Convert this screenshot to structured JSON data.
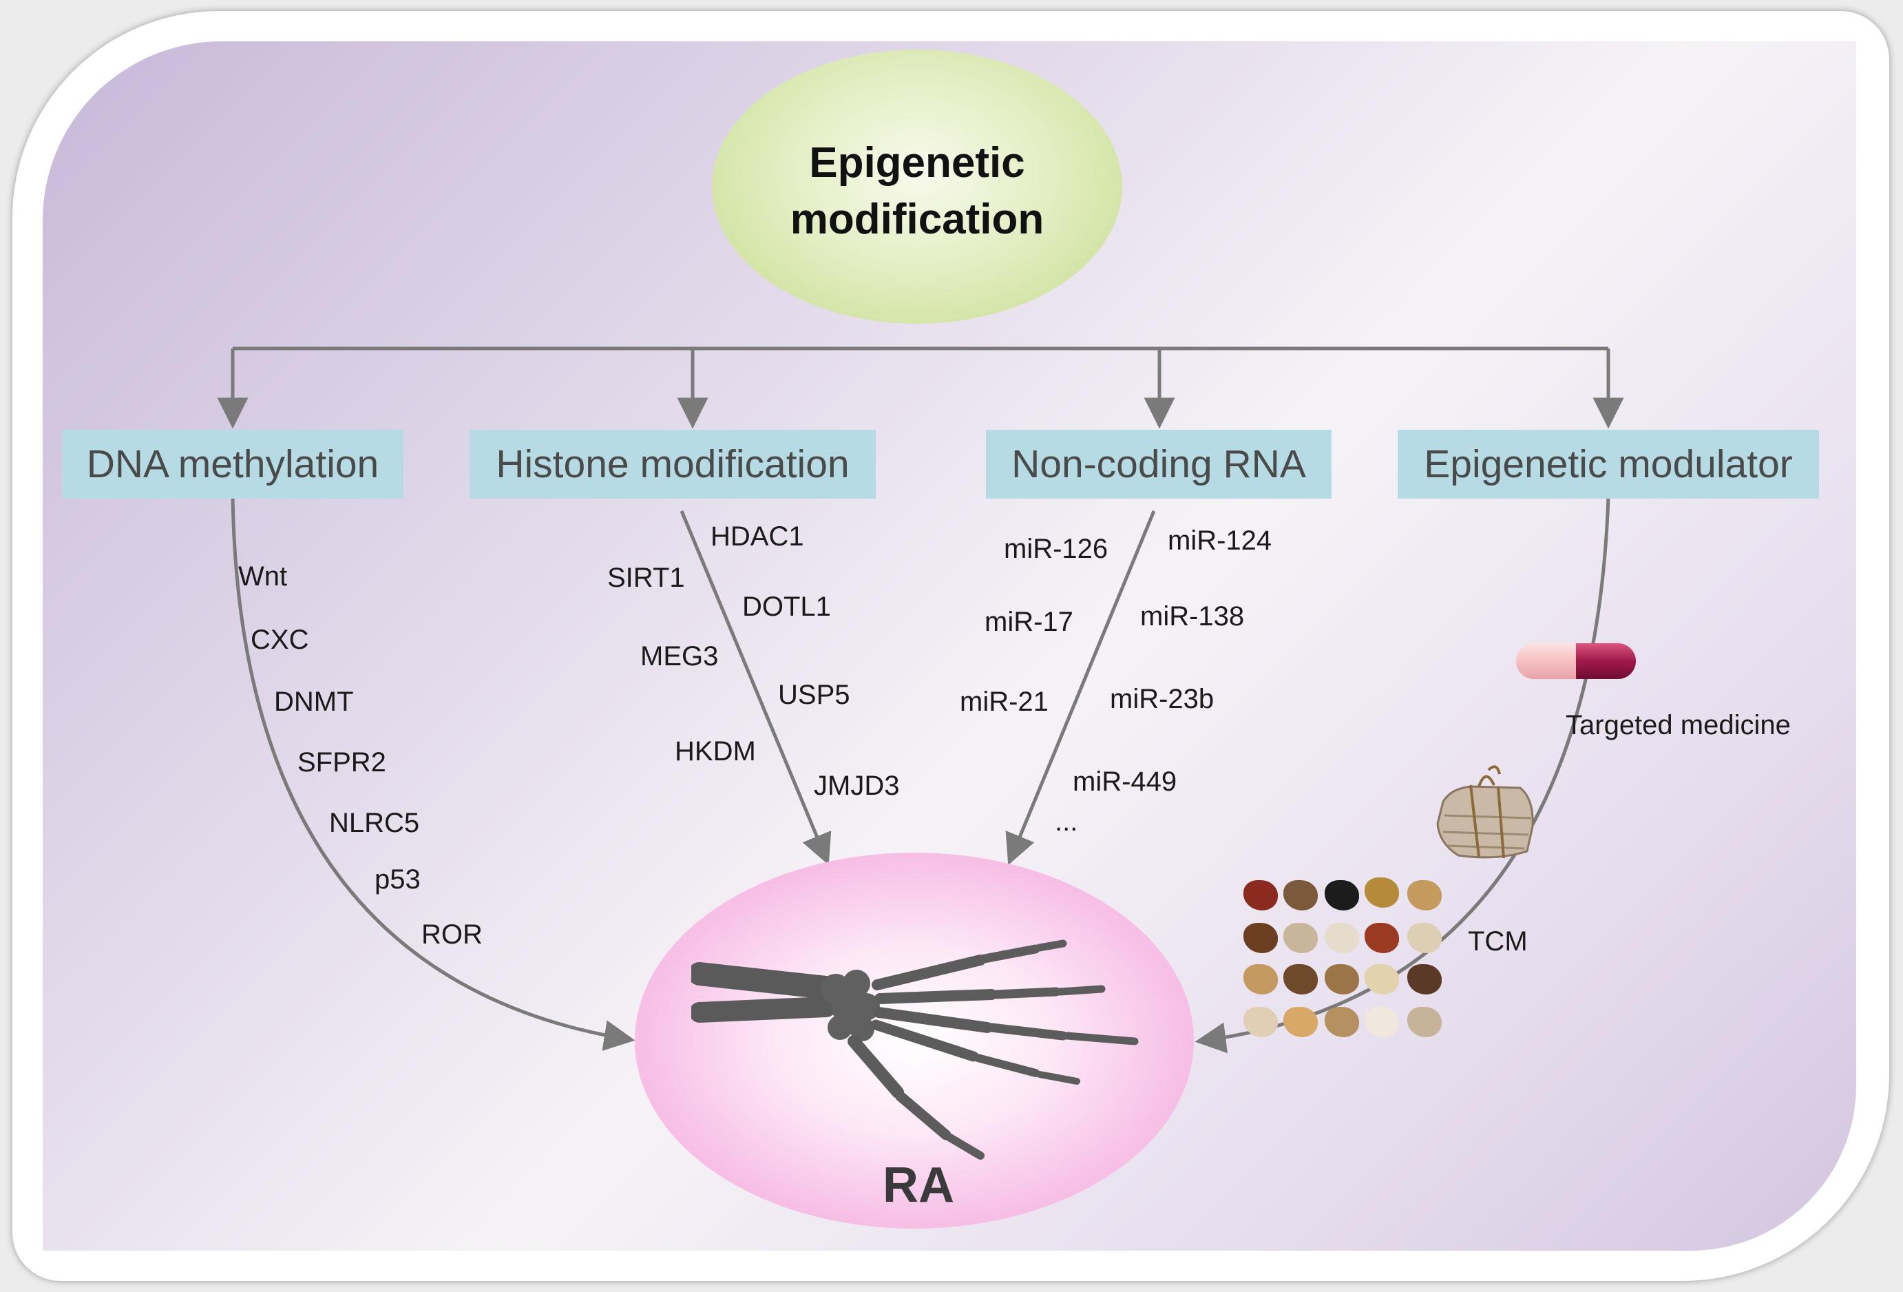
{
  "title": "Epigenetic modification",
  "title_lines": [
    "Epigenetic",
    "modification"
  ],
  "categories": [
    {
      "label": "DNA methylation"
    },
    {
      "label": "Histone modification"
    },
    {
      "label": "Non-coding RNA"
    },
    {
      "label": "Epigenetic modulator"
    }
  ],
  "dna_methylation_items": [
    "Wnt",
    "CXC",
    "DNMT",
    "SFPR2",
    "NLRC5",
    "p53",
    "ROR"
  ],
  "histone_items": [
    "HDAC1",
    "SIRT1",
    "DOTL1",
    "MEG3",
    "USP5",
    "HKDM",
    "JMJD3"
  ],
  "ncrna_items": [
    "miR-126",
    "miR-124",
    "miR-17",
    "miR-138",
    "miR-21",
    "miR-23b",
    "miR-449",
    "..."
  ],
  "modulator_items": [
    "Targeted medicine",
    "TCM"
  ],
  "target": "RA",
  "colors": {
    "panel": "#d9cee5",
    "category_box": "#b7dbe4",
    "top_ellipse": "#d6e6a8",
    "ra_ellipse": "#f6b8e4",
    "arrow": "#7a7a7a",
    "pill_left": "#f5c6c8",
    "pill_right": "#a0194a"
  },
  "icons": [
    "pill-icon",
    "herb-bundle-icon",
    "herb-grid-icon",
    "hand-skeleton-icon"
  ]
}
